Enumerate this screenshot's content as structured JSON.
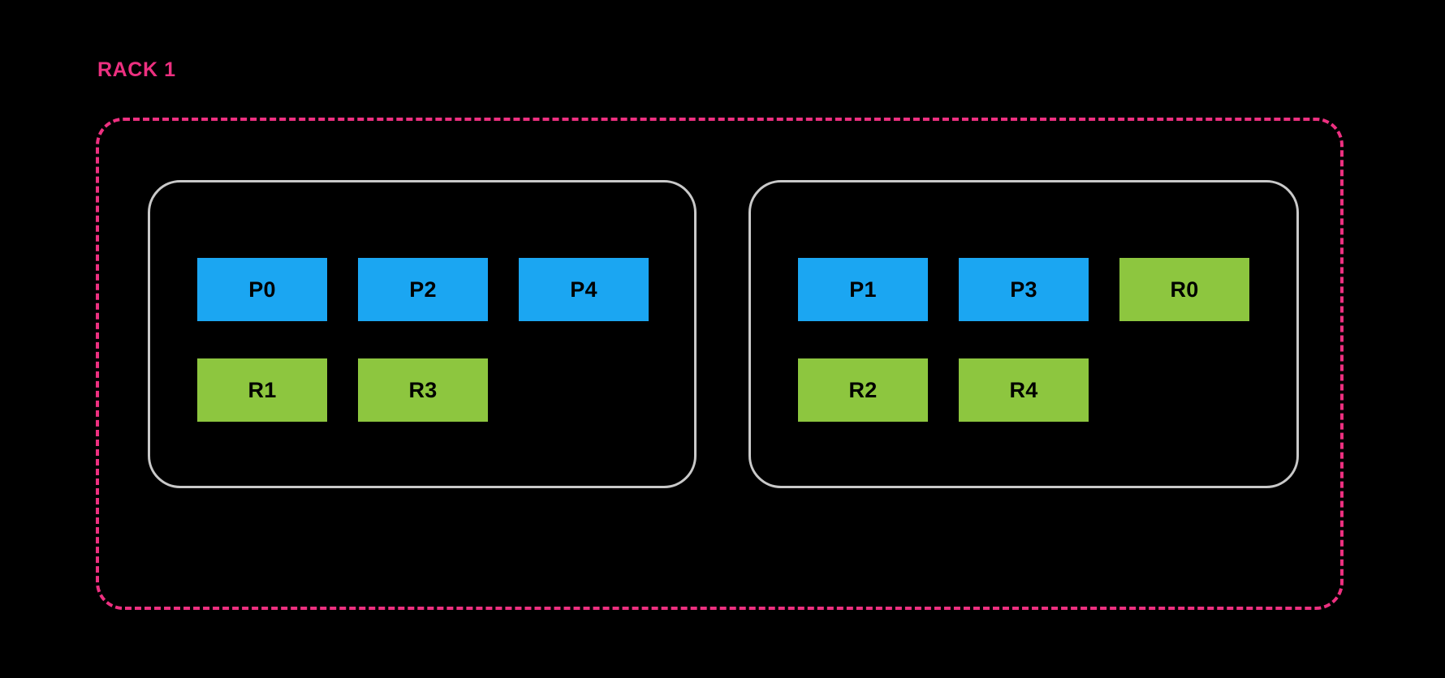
{
  "diagram": {
    "background_color": "#000000",
    "rack": {
      "title": "RACK 1",
      "title_color": "#ED3080",
      "boundary_style": "dashed",
      "boundary_color": "#ED3080"
    },
    "legend_colors": {
      "partition": "#1BA6F2",
      "replica": "#8DC63F",
      "node_border": "#C9C9C9",
      "label_text": "#000000"
    },
    "node_groups": [
      {
        "id": "node-group-1",
        "rows": [
          [
            {
              "label": "P0",
              "kind": "partition"
            },
            {
              "label": "P2",
              "kind": "partition"
            },
            {
              "label": "P4",
              "kind": "partition"
            }
          ],
          [
            {
              "label": "R1",
              "kind": "replica"
            },
            {
              "label": "R3",
              "kind": "replica"
            }
          ]
        ]
      },
      {
        "id": "node-group-2",
        "rows": [
          [
            {
              "label": "P1",
              "kind": "partition"
            },
            {
              "label": "P3",
              "kind": "partition"
            },
            {
              "label": "R0",
              "kind": "replica"
            }
          ],
          [
            {
              "label": "R2",
              "kind": "replica"
            },
            {
              "label": "R4",
              "kind": "replica"
            }
          ]
        ]
      }
    ]
  }
}
